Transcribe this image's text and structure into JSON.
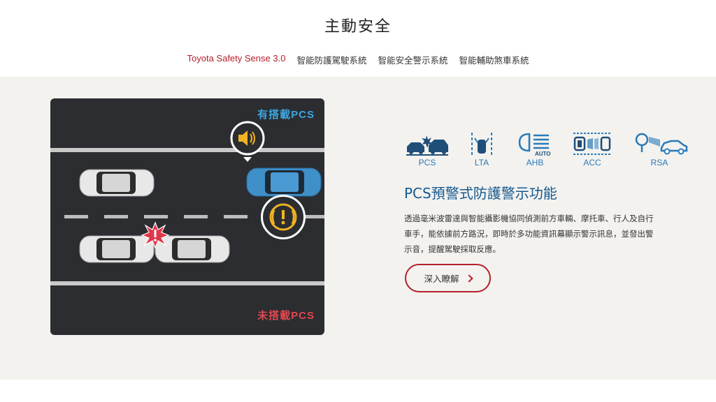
{
  "page": {
    "title": "主動安全"
  },
  "tabs": [
    {
      "label": "Toyota Safety Sense 3.0",
      "active": true
    },
    {
      "label": "智能防護駕駛系統",
      "active": false
    },
    {
      "label": "智能安全警示系統",
      "active": false
    },
    {
      "label": "智能輔助煞車系統",
      "active": false
    }
  ],
  "illustration": {
    "top_label": "有搭載PCS",
    "bottom_label": "未搭載PCS",
    "colors": {
      "road": "#2b2d31",
      "equipped_car": "#3f8fc9",
      "warning": "#f0b323",
      "crash": "#e0364a"
    }
  },
  "features": [
    {
      "label": "PCS",
      "icon": "pcs-icon"
    },
    {
      "label": "LTA",
      "icon": "lta-icon"
    },
    {
      "label": "AHB",
      "icon": "ahb-icon",
      "sub": "AUTO"
    },
    {
      "label": "ACC",
      "icon": "acc-icon"
    },
    {
      "label": "RSA",
      "icon": "rsa-icon"
    }
  ],
  "feature": {
    "title": "PCS預警式防護警示功能",
    "description_lines": [
      "透過毫米波雷達與智能攝影機協同偵測前方車輛、摩托車、行人及自行",
      "車手，能依據前方路況，即時於多功能資訊幕顯示警示訊息，並發出警",
      "示音，提醒駕駛採取反應。"
    ],
    "cta_label": "深入瞭解"
  },
  "colors": {
    "accent": "#b3202a",
    "feature_blue": "#2a7ab8",
    "title_blue": "#15598f",
    "background": "#f3f2ef"
  }
}
